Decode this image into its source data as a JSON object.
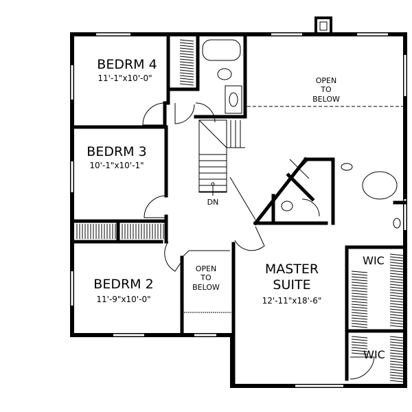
{
  "plan": {
    "bedrooms": [
      {
        "name": "BEDRM 4",
        "size": "11'-1\"x10'-0\""
      },
      {
        "name": "BEDRM 3",
        "size": "10'-1\"x10'-1\""
      },
      {
        "name": "BEDRM 2",
        "size": "11'-9\"x10'-0\""
      }
    ],
    "master": {
      "line1": "MASTER",
      "line2": "SUITE",
      "size": "12'-11\"x18'-6\""
    },
    "open_large": [
      "OPEN",
      "TO",
      "BELOW"
    ],
    "open_small": [
      "OPEN",
      "TO",
      "BELOW"
    ],
    "wic_labels": [
      "WIC",
      "WIC"
    ],
    "stairs_label": "DN"
  }
}
